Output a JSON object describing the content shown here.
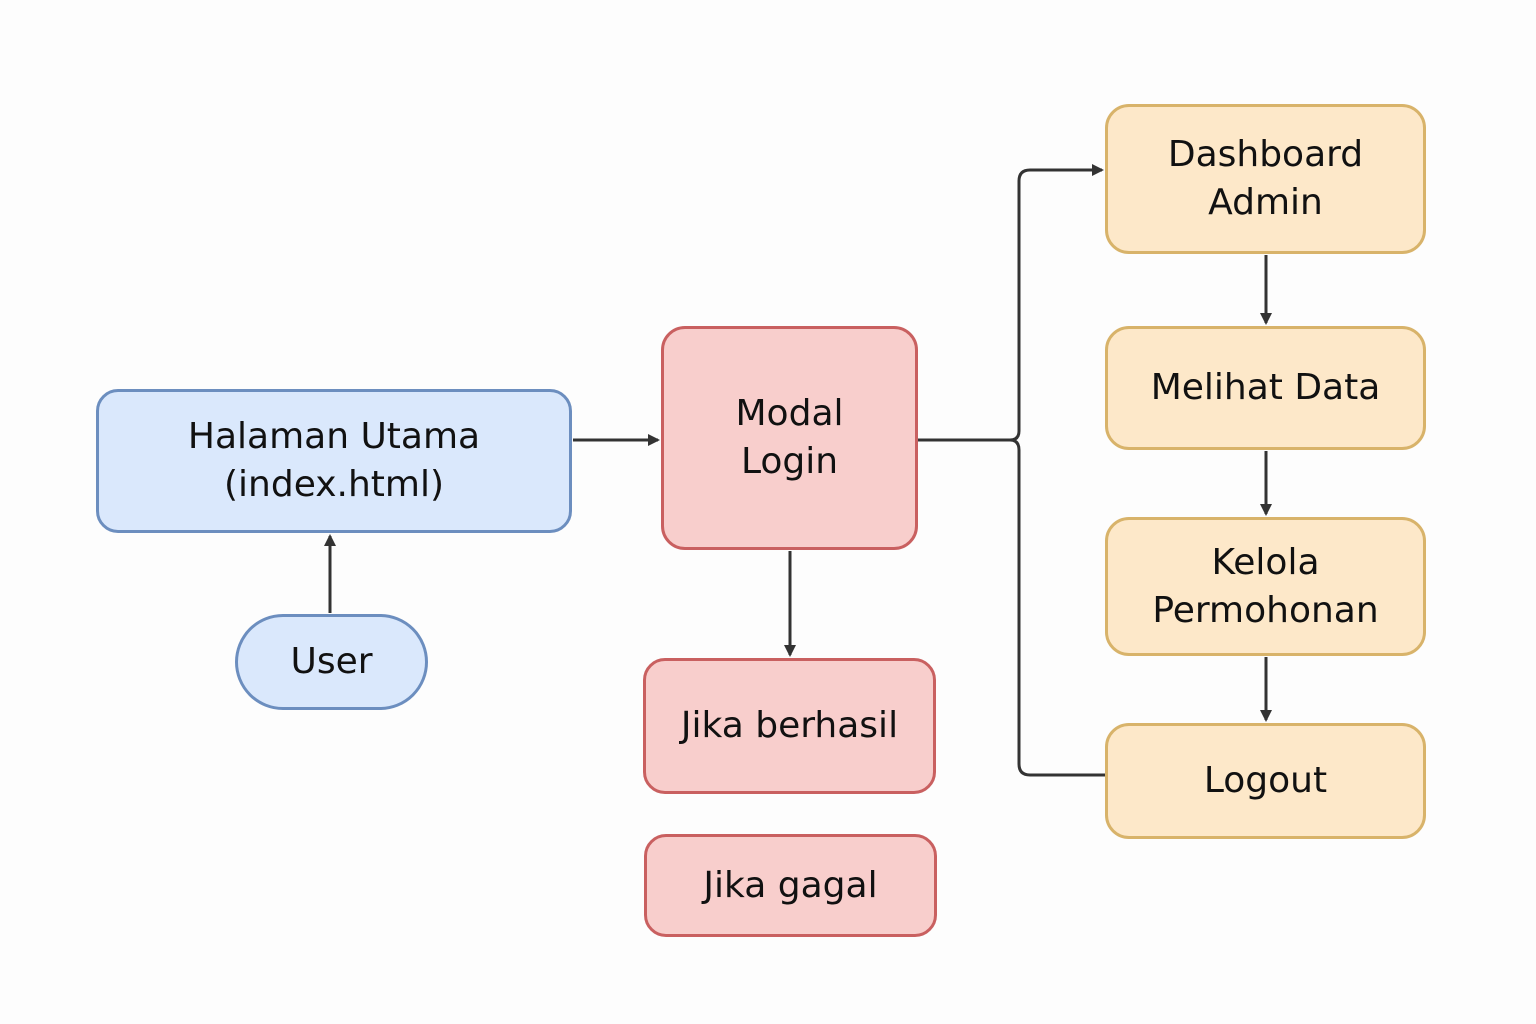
{
  "colors": {
    "blue_fill": "#dae8fc",
    "blue_stroke": "#6c8ebf",
    "red_fill": "#f8cecc",
    "red_stroke": "#c96060",
    "orange_fill": "#fde8c9",
    "orange_stroke": "#d8b36a",
    "connector": "#333333"
  },
  "nodes": {
    "halaman_utama": "Halaman Utama\n(index.html)",
    "user": "User",
    "modal_login": "Modal\nLogin",
    "jika_berhasil": "Jika berhasil",
    "jika_gagal": "Jika gagal",
    "dashboard_admin": "Dashboard\nAdmin",
    "melihat_data": "Melihat Data",
    "kelola_permohonan": "Kelola\nPermohonan",
    "logout": "Logout"
  }
}
